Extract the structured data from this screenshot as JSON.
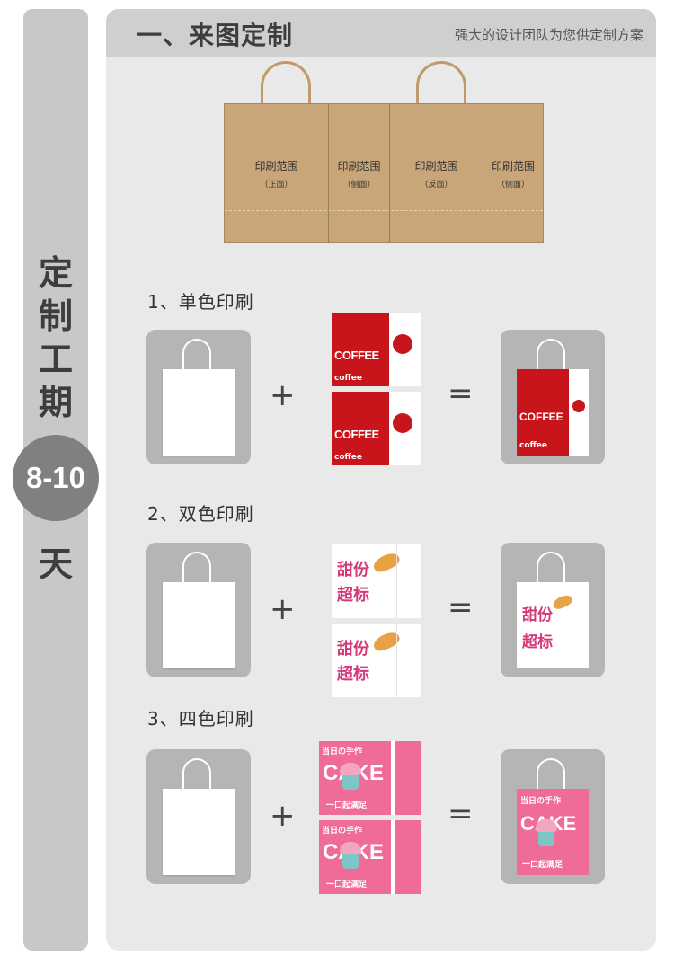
{
  "side": {
    "title_chars": [
      "定",
      "制",
      "工",
      "期"
    ],
    "days": "8-10",
    "unit": "天"
  },
  "header": {
    "title": "一、来图定制",
    "subtitle": "强大的设计团队为您供定制方案"
  },
  "template": {
    "panels": [
      {
        "label": "印刷范围",
        "sub": "（正面）"
      },
      {
        "label": "印刷范围",
        "sub": "（侧面）"
      },
      {
        "label": "印刷范围",
        "sub": "（反面）"
      },
      {
        "label": "印刷范围",
        "sub": "（侧面）"
      }
    ]
  },
  "operators": {
    "plus": "+",
    "equals": "="
  },
  "sections": [
    {
      "label": "1、单色印刷",
      "design_text": "COFFEE",
      "design_small": "coffee"
    },
    {
      "label": "2、双色印刷",
      "design_line1": "甜份",
      "design_line2": "超标"
    },
    {
      "label": "3、四色印刷",
      "design_top": "当日の手作",
      "design_big": "CAKE",
      "design_bottom": "一口起满足"
    }
  ],
  "colors": {
    "coffee_red": "#c8141b",
    "sweet_pink": "#d6397a",
    "cake_pink": "#ef6b98",
    "kraft": "#c9a679"
  }
}
